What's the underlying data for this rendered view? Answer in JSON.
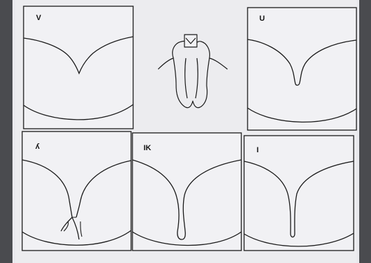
{
  "colors": {
    "background": "#4a4b4f",
    "paper": "#e9e9ed",
    "line": "#1a1a1a"
  },
  "panels": [
    {
      "id": "v",
      "label": "V",
      "shape": "V-shaped fissure"
    },
    {
      "id": "u",
      "label": "U",
      "shape": "U-shaped fissure"
    },
    {
      "id": "y",
      "label": "ʎ",
      "shape": "inverted-Y fissure"
    },
    {
      "id": "ik",
      "label": "IK",
      "shape": "IK-shaped fissure"
    },
    {
      "id": "i",
      "label": "I",
      "shape": "I-shaped fissure"
    }
  ],
  "center_figure": {
    "icon": "tooth-cross-section-icon"
  }
}
